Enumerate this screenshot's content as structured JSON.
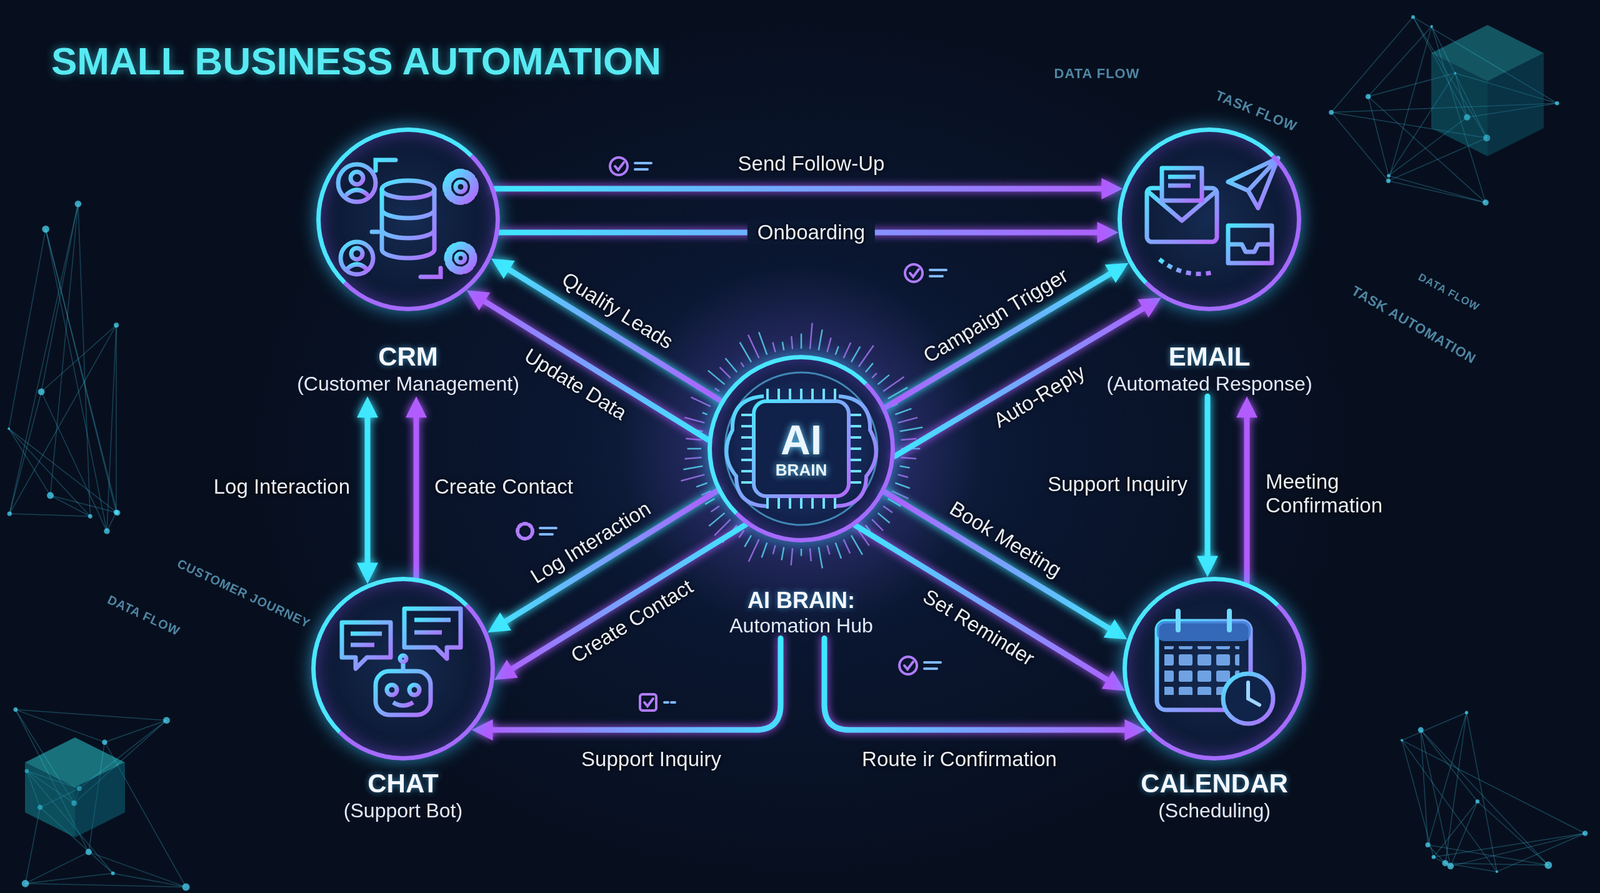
{
  "diagram": {
    "title": "SMALL BUSINESS AUTOMATION",
    "nodes": [
      {
        "text": [
          "CRM",
          "(Customer Management)"
        ]
      },
      {
        "text": [
          "EMAIL",
          "(Automated Response)"
        ]
      },
      {
        "text": [
          "AI BRAIN",
          "AI BRAIN:",
          "Automation Hub"
        ]
      },
      {
        "text": [
          "CHAT",
          "(Support Bot)"
        ]
      },
      {
        "text": [
          "CALENDAR",
          "(Scheduling)"
        ]
      }
    ],
    "edges": [
      {
        "from": 0,
        "to": 1,
        "label": "Send Follow-Up",
        "arrow": "to"
      },
      {
        "from": 0,
        "to": 1,
        "label": "Onboarding",
        "arrow": "to"
      },
      {
        "from": 2,
        "to": 0,
        "label": "Qualify Leads",
        "arrow": "to"
      },
      {
        "from": 2,
        "to": 0,
        "label": "Update Data",
        "arrow": "to"
      },
      {
        "from": 2,
        "to": 1,
        "label": "Campaign Trigger",
        "arrow": "to"
      },
      {
        "from": 2,
        "to": 1,
        "label": "Auto-Reply",
        "arrow": "to"
      },
      {
        "from": 0,
        "to": 3,
        "label": "Log Interaction",
        "arrow": "both"
      },
      {
        "from": 3,
        "to": 0,
        "label": "Create Contact",
        "arrow": "to"
      },
      {
        "from": 2,
        "to": 3,
        "label": "Log Interaction",
        "arrow": "to"
      },
      {
        "from": 2,
        "to": 3,
        "label": "Create Contact",
        "arrow": "to"
      },
      {
        "from": 2,
        "to": 4,
        "label": "Book Meeting",
        "arrow": "to"
      },
      {
        "from": 2,
        "to": 4,
        "label": "Set Reminder",
        "arrow": "to"
      },
      {
        "from": 1,
        "to": 4,
        "label": "Support Inquiry",
        "arrow": "to"
      },
      {
        "from": 4,
        "to": 1,
        "label": "Meeting Confirmation",
        "arrow": "to"
      },
      {
        "from": 2,
        "to": 3,
        "label": "Support Inquiry",
        "arrow": "to"
      },
      {
        "from": 2,
        "to": 4,
        "label": "Route ir Confirmation",
        "arrow": "to"
      }
    ],
    "labels": [
      "DATA FLOW",
      "TASK FLOW",
      "DATA FLOW",
      "TASK AUTOMATION",
      "CUSTOMER JOURNEY",
      "DATA FLOW"
    ]
  }
}
